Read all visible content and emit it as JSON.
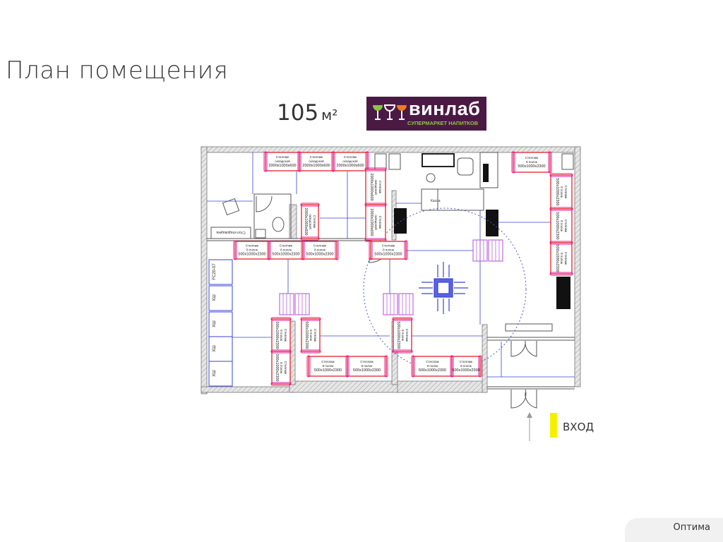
{
  "header": {
    "title": "План помещения",
    "area_value": "105",
    "area_unit": "м²"
  },
  "logo": {
    "name": "винлаб",
    "tagline": "СУПЕРМАРКЕТ НАПИТКОВ",
    "bg_color": "#4b1a44"
  },
  "plan": {
    "storage_shelf": {
      "l1": "Стеллаж",
      "l2": "складской",
      "l3": "2000x1000x600"
    },
    "sales_shelf": {
      "l1": "Стеллаж",
      "l2": "8 полок",
      "l3": "500x1000x2300"
    },
    "cashier": "Касса",
    "freezer_fc": "FC20-07",
    "freezer": "ХШ",
    "keeper_desk": "Стол кладовщика"
  },
  "entrance": {
    "label": "ВХОД",
    "marker_color": "#f5f000"
  },
  "footer": {
    "label": "Оптима"
  }
}
